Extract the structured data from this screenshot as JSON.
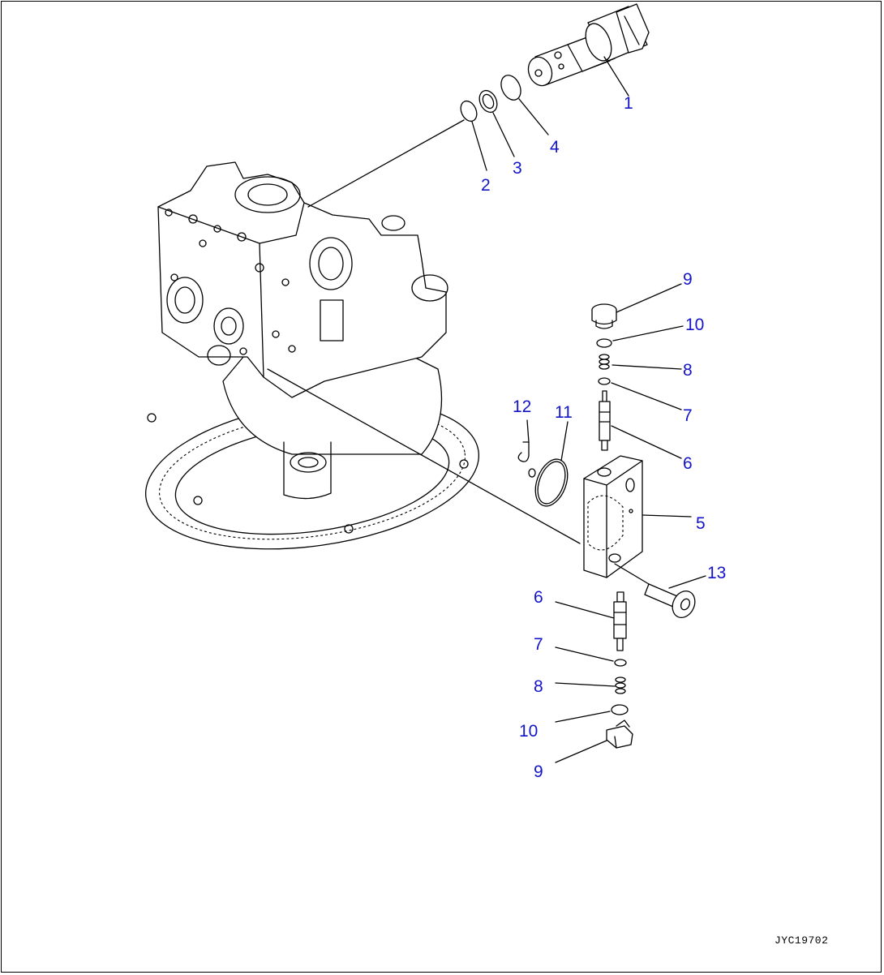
{
  "callouts": {
    "c1": "1",
    "c2": "2",
    "c3": "3",
    "c4": "4",
    "c5": "5",
    "c6a": "6",
    "c6b": "6",
    "c7a": "7",
    "c7b": "7",
    "c8a": "8",
    "c8b": "8",
    "c9a": "9",
    "c9b": "9",
    "c10a": "10",
    "c10b": "10",
    "c11": "11",
    "c12": "12",
    "c13": "13"
  },
  "drawing_code": "JYC19702",
  "colors": {
    "callout": "#1414c8",
    "line": "#000000",
    "background": "#ffffff"
  }
}
